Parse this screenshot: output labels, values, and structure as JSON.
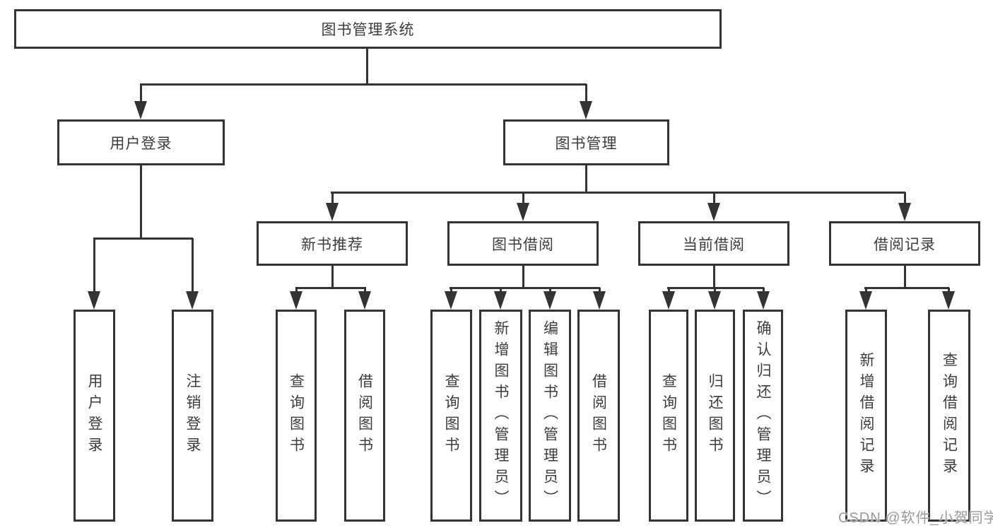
{
  "nodes": {
    "root": "图书管理系统",
    "l2": {
      "user_login": "用户登录",
      "book_mgmt": "图书管理"
    },
    "l3": {
      "new_books": "新书推荐",
      "borrow": "图书借阅",
      "current": "当前借阅",
      "records": "借阅记录"
    },
    "leaves": {
      "user_login_1": "用户登录",
      "user_login_2": "注销登录",
      "new_books_1": "查询图书",
      "new_books_2": "借阅图书",
      "borrow_1": "查询图书",
      "borrow_2": "新增图书（管理员）",
      "borrow_3": "编辑图书（管理员）",
      "borrow_4": "借阅图书",
      "current_1": "查询图书",
      "current_2": "归还图书",
      "current_3": "确认归还（管理员）",
      "records_1": "新增借阅记录",
      "records_2": "查询借阅记录"
    }
  },
  "watermark": "CSDN @软件_小贺同学",
  "colors": {
    "line": "#333333",
    "text": "#3d3d3d",
    "background": "#ffffff",
    "watermark": "#9a9a9a"
  }
}
